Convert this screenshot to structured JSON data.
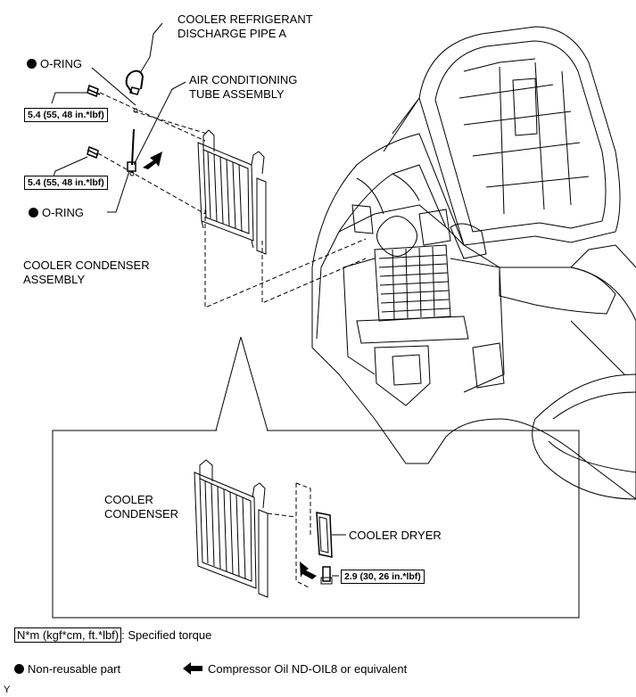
{
  "labels": {
    "discharge_pipe": [
      "COOLER REFRIGERANT",
      "DISCHARGE PIPE A"
    ],
    "o_ring": "O-RING",
    "tube_assembly": [
      "AIR CONDITIONING",
      "TUBE ASSEMBLY"
    ],
    "torque_spec": "5.4 (55, 48 in.*lbf)",
    "condenser_assembly": [
      "COOLER CONDENSER",
      "ASSEMBLY"
    ],
    "cooler_condenser": [
      "COOLER",
      "CONDENSER"
    ],
    "cooler_dryer": "COOLER DRYER",
    "dryer_torque": "2.9 (30, 26 in.*lbf)"
  },
  "legend": {
    "torque_unit": "N*m (kgf*cm, ft.*lbf)",
    "torque_desc": ": Specified torque",
    "non_reusable": "Non-reusable part",
    "oil": "Compressor Oil ND-OIL8 or equivalent"
  },
  "corner_mark": "Y"
}
